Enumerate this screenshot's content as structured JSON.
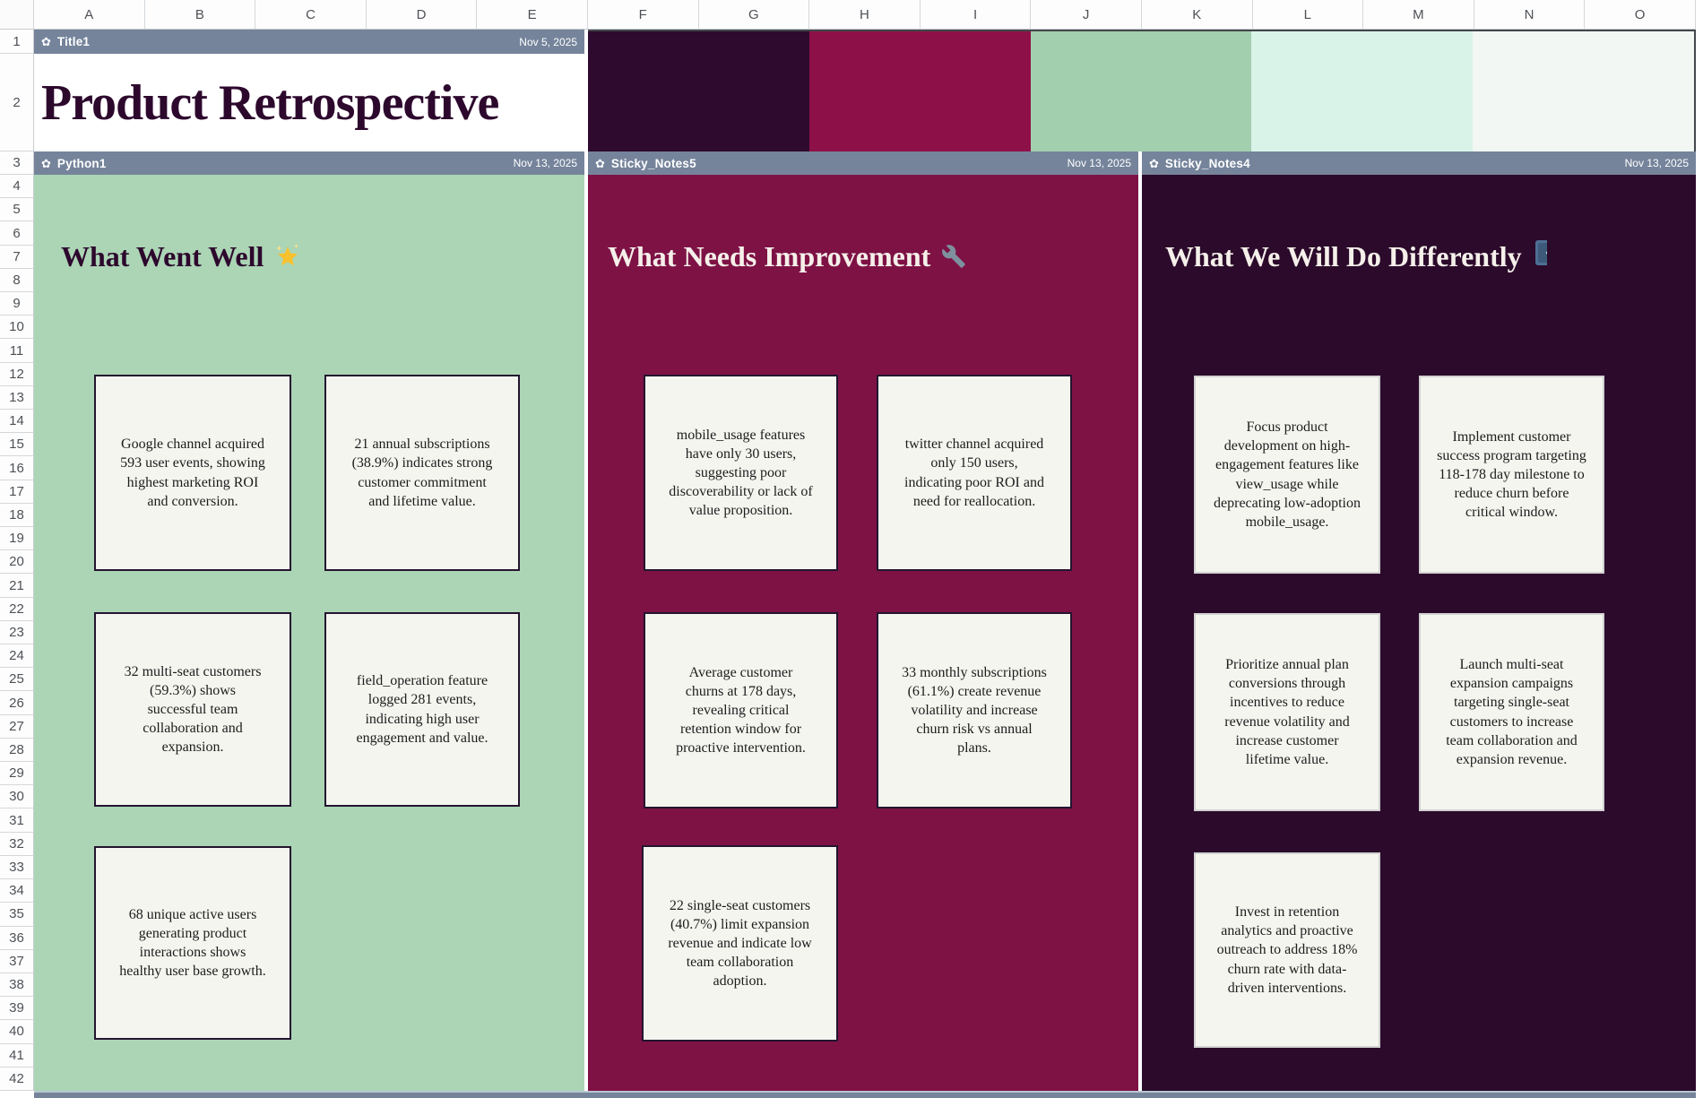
{
  "grid": {
    "columns": [
      "A",
      "B",
      "C",
      "D",
      "E",
      "F",
      "G",
      "H",
      "I",
      "J",
      "K",
      "L",
      "M",
      "N",
      "O"
    ],
    "rows": [
      "1",
      "2",
      "3",
      "4",
      "5",
      "6",
      "7",
      "8",
      "9",
      "10",
      "11",
      "12",
      "13",
      "14",
      "15",
      "16",
      "17",
      "18",
      "19",
      "20",
      "21",
      "22",
      "23",
      "24",
      "25",
      "26",
      "27",
      "28",
      "29",
      "30",
      "31",
      "32",
      "33",
      "34",
      "35",
      "36",
      "37",
      "38",
      "39",
      "40",
      "41",
      "42"
    ]
  },
  "widgets": {
    "title": {
      "label": "Title1",
      "date": "Nov 5, 2025"
    },
    "python": {
      "label": "Python1",
      "date": "Nov 13, 2025"
    },
    "sticky5": {
      "label": "Sticky_Notes5",
      "date": "Nov 13, 2025"
    },
    "sticky4": {
      "label": "Sticky_Notes4",
      "date": "Nov 13, 2025"
    }
  },
  "title": {
    "text": "Product Retrospective"
  },
  "panels": {
    "went_well": {
      "heading": "What Went Well",
      "icon": "glowing-star",
      "notes": [
        "Google channel acquired 593 user events, showing highest marketing ROI and conversion.",
        "21 annual subscriptions (38.9%) indicates strong customer commitment and lifetime value.",
        "32 multi-seat customers (59.3%) shows successful team collaboration and expansion.",
        "field_operation feature logged 281 events, indicating high user engagement and value.",
        "68 unique active users generating product interactions shows healthy user base growth."
      ]
    },
    "needs_improvement": {
      "heading": "What Needs Improvement",
      "icon": "wrench",
      "notes": [
        "mobile_usage features have only 30 users, suggesting poor discoverability or lack of value proposition.",
        "twitter channel acquired only 150 users, indicating poor ROI and need for reallocation.",
        "Average customer churns at 178 days, revealing critical retention window for proactive intervention.",
        "33 monthly subscriptions (61.1%) create revenue volatility and increase churn risk vs annual plans.",
        "22 single-seat customers (40.7%) limit expansion revenue and indicate low team collaboration adoption."
      ]
    },
    "do_differently": {
      "heading": "What We Will Do Differently",
      "icon": "door",
      "notes": [
        "Focus product development on high-engagement features like view_usage while deprecating low-adoption mobile_usage.",
        "Implement customer success program targeting 118-178 day milestone to reduce churn before critical window.",
        "Prioritize annual plan conversions through incentives to reduce revenue volatility and increase customer lifetime value.",
        "Launch multi-seat expansion campaigns targeting single-seat customers to increase team collaboration and expansion revenue.",
        "Invest in retention analytics and proactive outreach to address 18% churn rate with data-driven interventions."
      ]
    }
  },
  "swatches": [
    {
      "name": "dark-purple",
      "color": "#2e0a2f"
    },
    {
      "name": "maroon",
      "color": "#8e1048"
    },
    {
      "name": "green",
      "color": "#a2cfae"
    },
    {
      "name": "mint",
      "color": "#d9f3e9"
    },
    {
      "name": "pale-green",
      "color": "#f2f7f3"
    }
  ],
  "colors": {
    "bar": "#75849b",
    "panel_green": "#abd5b5",
    "panel_maroon": "#7e1245",
    "panel_dark": "#2b0a2b",
    "heading_dark": "#2d082d",
    "heading_light": "#f5f0ea"
  }
}
